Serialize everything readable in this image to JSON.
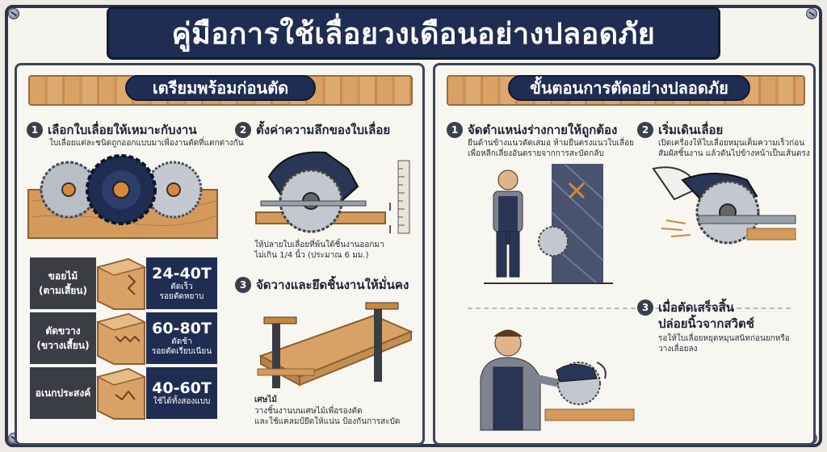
{
  "title": "คู่มือการใช้เลื่อยวงเดือนอย่างปลอดภัย",
  "left_section": {
    "header": "เตรียมพร้อมก่อนตัด",
    "step1": {
      "num": "1",
      "title": "เลือกใบเลื่อยให้เหมาะกับงาน",
      "desc": "ใบเลื่อยแต่ละชนิดถูกออกแบบมาเพื่องานตัดที่แตกต่างกัน"
    },
    "step2": {
      "num": "2",
      "title": "ตั้งค่าความลึกของใบเลื่อย",
      "desc_line1": "ให้ปลายใบเลื่อยที่พ้นใต้ชิ้นงานออกมา",
      "desc_line2": "ไม่เกิน 1/4 นิ้ว (ประมาณ 6 มม.)"
    },
    "step3": {
      "num": "3",
      "title": "จัดวางและยึดชิ้นงานให้มั่นคง",
      "note_label": "เศษไม้",
      "desc_line1": "วางชิ้นงานบนเศษไม้เพื่อรองตัด",
      "desc_line2": "และใช้แคลมป์ยึดให้แน่น ป้องกันการสะบัด"
    },
    "tooth_table": [
      {
        "label_line1": "ขอยไม้",
        "label_line2": "(ตามเสี้ยน)",
        "value": "24-40T",
        "note1": "ตัดเร็ว",
        "note2": "รอยตัดหยาบ"
      },
      {
        "label_line1": "ตัดขวาง",
        "label_line2": "(ขวางเสี้ยน)",
        "value": "60-80T",
        "note1": "ตัดช้า",
        "note2": "รอยตัดเรียบเนียน"
      },
      {
        "label_line1": "อเนกประสงค์",
        "label_line2": "",
        "value": "40-60T",
        "note1": "ใช้ได้ทั้งสองแบบ",
        "note2": ""
      }
    ]
  },
  "right_section": {
    "header": "ขั้นตอนการตัดอย่างปลอดภัย",
    "step1": {
      "num": "1",
      "title": "จัดตำแหน่งร่างกายให้ถูกต้อง",
      "desc_line1": "ยืนด้านข้างแนวตัดเสมอ ห้ามยืนตรงแนวใบเลื่อย",
      "desc_line2": "เพื่อหลีกเลี่ยงอันตรายจากการสะบัดกลับ"
    },
    "step2": {
      "num": "2",
      "title": "เริ่มเดินเลื่อย",
      "desc_line1": "เปิดเครื่องให้ใบเลื่อยหมุนเต็มความเร็วก่อน",
      "desc_line2": "สัมผัสชิ้นงาน แล้วดันไปข้างหน้าเป็นเส้นตรง"
    },
    "step3": {
      "num": "3",
      "title_line1": "เมื่อตัดเสร็จสิ้น",
      "title_line2": "ปล่อยนิ้วจากสวิตช์",
      "desc_line1": "รอให้ใบเลื่อยหยุดหมุนสนิทก่อนยกหรือ",
      "desc_line2": "วางเลื่อยลง"
    }
  },
  "colors": {
    "navy": "#1f2d52",
    "wood": "#d8a266",
    "dark_gray": "#3a3d44",
    "background": "#f6f4ee"
  }
}
